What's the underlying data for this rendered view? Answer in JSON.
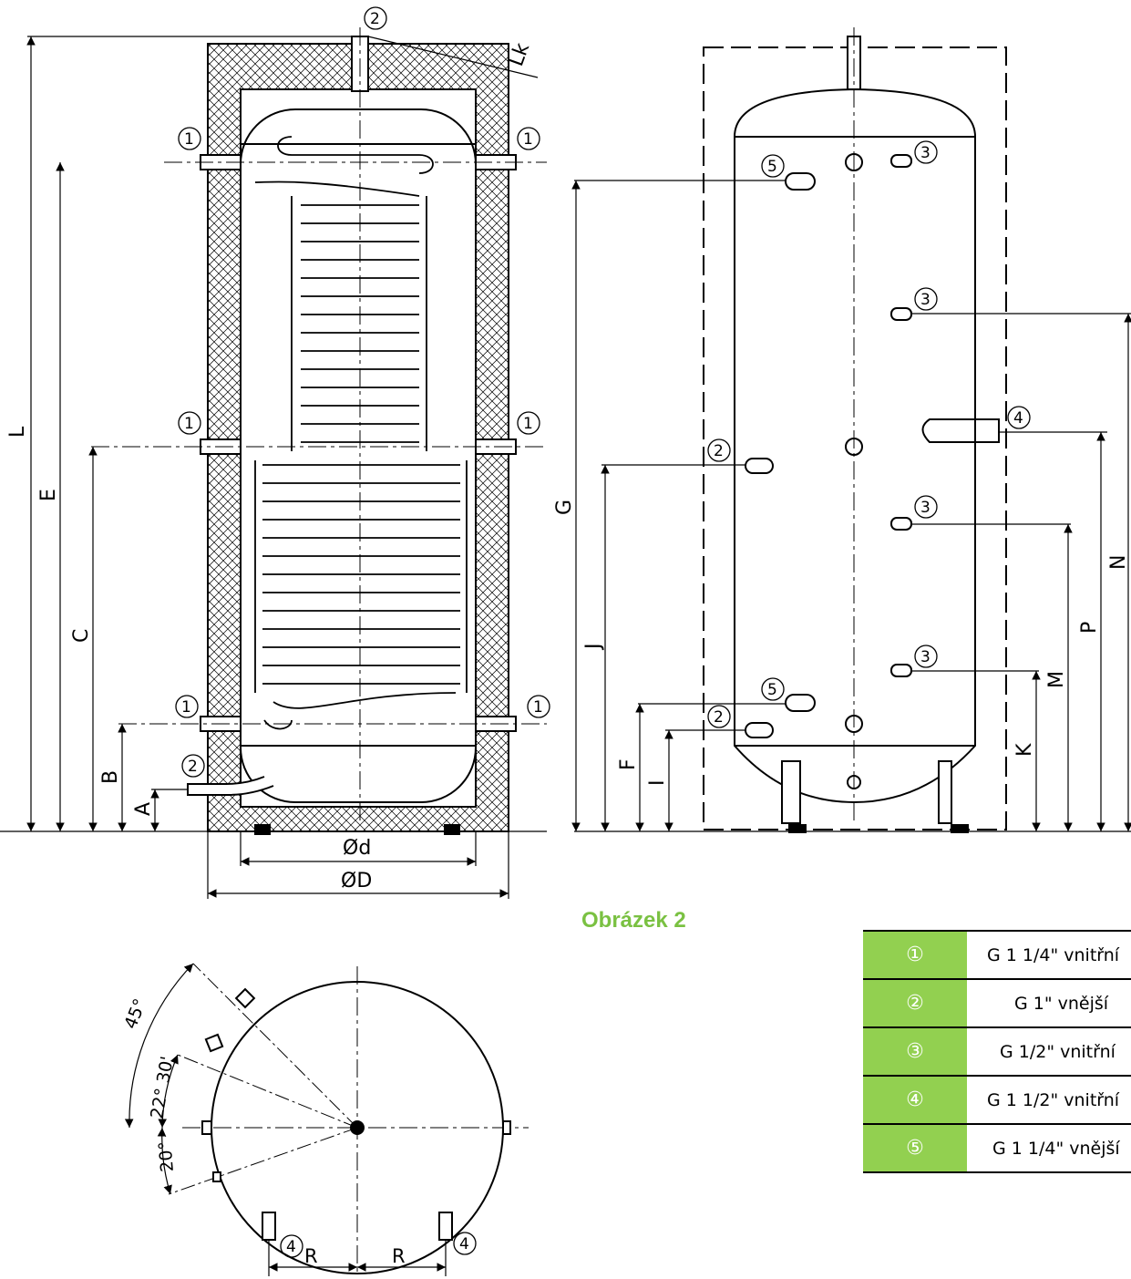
{
  "caption": "Obrázek 2",
  "legend": [
    {
      "mark": "①",
      "text": "G 1 1/4\" vnitřní"
    },
    {
      "mark": "②",
      "text": "G 1\" vnější"
    },
    {
      "mark": "③",
      "text": "G 1/2\" vnitřní"
    },
    {
      "mark": "④",
      "text": "G 1 1/2\" vnitřní"
    },
    {
      "mark": "⑤",
      "text": "G 1 1/4\" vnější"
    }
  ],
  "dims": {
    "L": "L",
    "E": "E",
    "C": "C",
    "B": "B",
    "A": "A",
    "Lk": "Lk",
    "d": "Ød",
    "D": "ØD",
    "G": "G",
    "J": "J",
    "F": "F",
    "I": "I",
    "K": "K",
    "M": "M",
    "P": "P",
    "N": "N",
    "R": "R"
  },
  "angles": {
    "a45": "45°",
    "a22": "22° 30'",
    "a20": "20°"
  },
  "marks": {
    "m1": "1",
    "m2": "2",
    "m3": "3",
    "m4": "4",
    "m5": "5"
  },
  "colors": {
    "accent": "#92d050",
    "caption": "#7ac142"
  }
}
